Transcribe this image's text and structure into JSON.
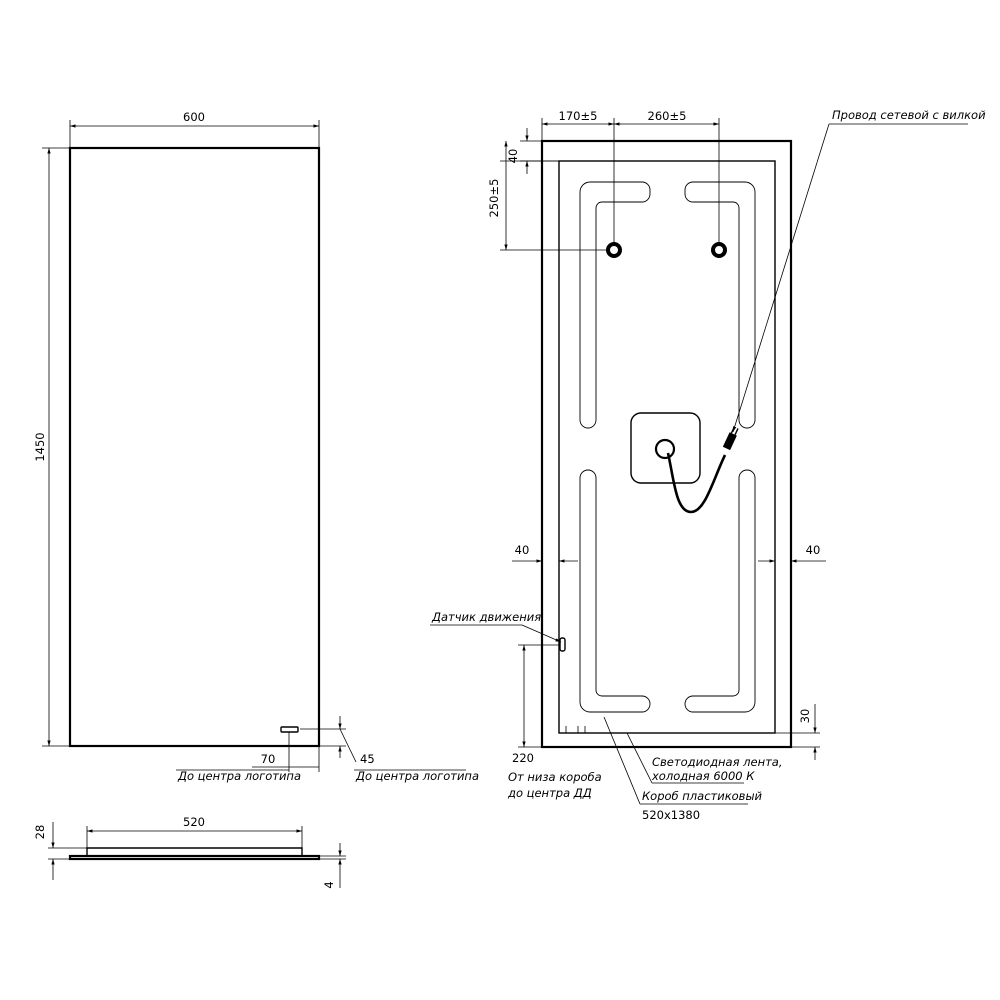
{
  "front_view": {
    "width_dim": "600",
    "height_dim": "1450",
    "logo_offset_x": "70",
    "logo_offset_y": "45",
    "logo_label_1": "До центра логотипа",
    "logo_label_2": "До центра логотипа"
  },
  "side_view": {
    "box_width_dim": "520",
    "box_depth_dim": "28",
    "glass_dim": "4"
  },
  "back_view": {
    "hole_left_dim": "170±5",
    "hole_spacing_dim": "260±5",
    "top_margin_dim": "40",
    "hole_depth_dim": "250±5",
    "side_margin_left": "40",
    "side_margin_right": "40",
    "bottom_margin_dim": "30",
    "sensor_height_dim": "220",
    "cable_label": "Провод сетевой с вилкой",
    "sensor_label": "Датчик движения",
    "sensor_note_1": "От низа короба",
    "sensor_note_2": "до центра ДД",
    "led_label_1": "Светодиодная лента,",
    "led_label_2": "холодная 6000 К",
    "box_label_1": "Короб пластиковый",
    "box_label_2": "520x1380"
  }
}
